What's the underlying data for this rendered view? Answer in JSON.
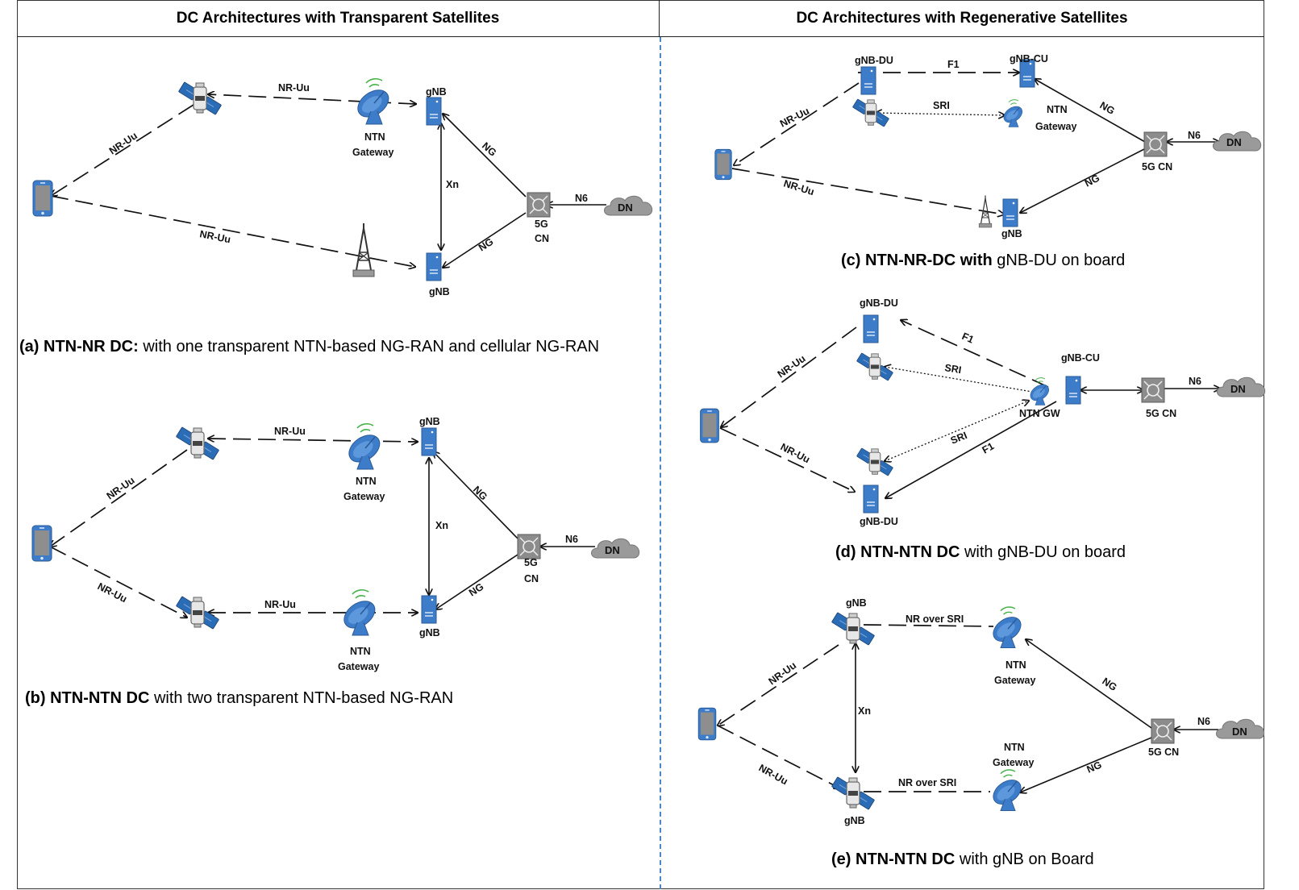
{
  "headers": {
    "left": "DC Architectures with Transparent Satellites",
    "right": "DC Architectures with Regenerative Satellites"
  },
  "colors": {
    "accent": "#3d7cc9",
    "divider": "#4a86c8",
    "cloud": "#9a9a9a",
    "core": "#8c8c8c"
  },
  "icons": [
    "satellite-icon",
    "phone-icon",
    "gnb-server-icon",
    "dish-icon",
    "tower-icon",
    "core-network-icon",
    "cloud-icon"
  ],
  "panel_a": {
    "caption_bold": "(a) NTN-NR DC:",
    "caption_rest": " with one transparent NTN-based NG-RAN and cellular NG-RAN",
    "nr_uu": "NR-Uu",
    "gnb": "gNB",
    "ntn": "NTN",
    "gateway": "Gateway",
    "xn": "Xn",
    "ng": "NG",
    "cn_5g": "5G",
    "cn": "CN",
    "n6": "N6",
    "dn": "DN"
  },
  "panel_b": {
    "caption_bold": "(b) NTN-NTN DC",
    "caption_rest": " with two transparent NTN-based NG-RAN",
    "nr_uu": "NR-Uu",
    "gnb": "gNB",
    "ntn": "NTN",
    "gateway": "Gateway",
    "xn": "Xn",
    "ng": "NG",
    "cn_5g": "5G",
    "cn": "CN",
    "n6": "N6",
    "dn": "DN"
  },
  "panel_c": {
    "caption_bold": "(c) NTN-NR-DC with",
    "caption_rest": " gNB-DU on board",
    "gnb_du": "gNB-DU",
    "gnb_cu": "gNB-CU",
    "f1": "F1",
    "sri": "SRI",
    "ntn": "NTN",
    "gateway": "Gateway",
    "ng": "NG",
    "n6": "N6",
    "dn": "DN",
    "cn": "5G CN",
    "nr_uu": "NR-Uu",
    "gnb": "gNB"
  },
  "panel_d": {
    "caption_bold": "(d) NTN-NTN DC",
    "caption_rest": " with gNB-DU on board",
    "gnb_du": "gNB-DU",
    "gnb_cu": "gNB-CU",
    "f1": "F1",
    "sri": "SRI",
    "ntn_gw": "NTN GW",
    "n6": "N6",
    "dn": "DN",
    "cn": "5G CN",
    "nr_uu": "NR-Uu"
  },
  "panel_e": {
    "caption_bold": "(e) NTN-NTN DC",
    "caption_rest": " with gNB on Board",
    "gnb": "gNB",
    "nr_over_sri": "NR over SRI",
    "ntn": "NTN",
    "gateway": "Gateway",
    "ng": "NG",
    "n6": "N6",
    "dn": "DN",
    "cn": "5G CN",
    "xn": "Xn",
    "nr_uu": "NR-Uu"
  }
}
